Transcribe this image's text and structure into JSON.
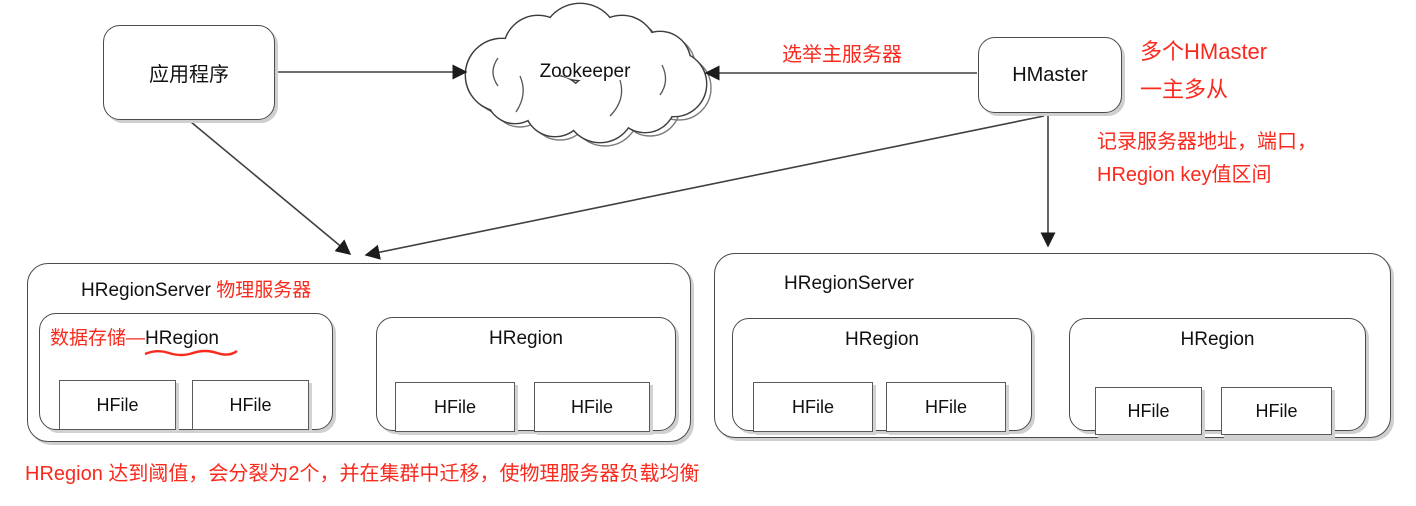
{
  "colors": {
    "annotation_red": "#f92a1d",
    "line": "#3f3f3f",
    "box_border": "#4b4b4b",
    "shadow": "#cfcfcf"
  },
  "nodes": {
    "app": {
      "label": "应用程序"
    },
    "zookeeper": {
      "label": "Zookeeper"
    },
    "hmaster": {
      "label": "HMaster"
    }
  },
  "annotations": {
    "elect_master": "选举主服务器",
    "hmaster_note_line1": "多个HMaster",
    "hmaster_note_line2": "一主多从",
    "hmaster_record_line1": "记录服务器地址，端口，",
    "hmaster_record_line2": "HRegion key值区间",
    "bottom_note": "HRegion 达到阈值，会分裂为2个，并在集群中迁移，使物理服务器负载均衡"
  },
  "servers": [
    {
      "label": "HRegionServer",
      "note": "物理服务器",
      "regions": [
        {
          "prefix": "数据存储—",
          "label": "HRegion",
          "files": [
            "HFile",
            "HFile"
          ]
        },
        {
          "label": "HRegion",
          "files": [
            "HFile",
            "HFile"
          ]
        }
      ]
    },
    {
      "label": "HRegionServer",
      "regions": [
        {
          "label": "HRegion",
          "files": [
            "HFile",
            "HFile"
          ]
        },
        {
          "label": "HRegion",
          "files": [
            "HFile",
            "HFile"
          ]
        }
      ]
    }
  ]
}
